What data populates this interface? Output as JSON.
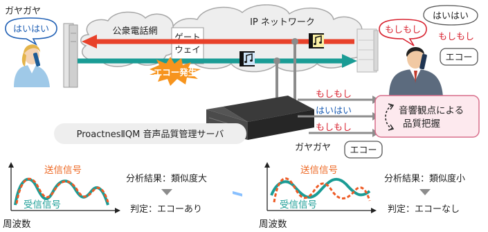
{
  "colors": {
    "teal": "#1a9c95",
    "red": "#e8412a",
    "orange_dashed": "#ee5a24",
    "burst": "#f7941d",
    "cloud_fill": "#eeeeee",
    "cloud_stroke": "#a8a8a8",
    "gray_line": "#8c8c8c",
    "pink_box_fill": "#fde9ee",
    "pink_box_stroke": "#d86d8a",
    "text_blue": "#1f5fb4",
    "text_red": "#d8222f",
    "label_orange": "#ee6a26",
    "label_teal": "#1a9c95"
  },
  "top": {
    "left_noise": "ガヤガヤ",
    "left_bubble": "はいはい",
    "pstn_label": "公衆電話網",
    "gateway_line1": "ゲート",
    "gateway_line2": "ウェイ",
    "ip_label": "IP ネットワーク",
    "echo_burst": "エコー発生",
    "right_bubble_main": "もしもし",
    "right_bubble_small": "はいはい",
    "right_moshi": "もしもし",
    "right_echo_box": "エコー",
    "server_label": "ProactnesⅡQM 音声品質管理サーバ",
    "out_moshi1": "もしもし",
    "out_haihai": "はいはい",
    "out_moshi2": "もしもし",
    "noise2": "ガヤガヤ",
    "echo_box2": "エコー",
    "analysis_line1": "音響観点による",
    "analysis_line2": "品質把握"
  },
  "bottom_left": {
    "sent_label": "送信信号",
    "recv_label": "受信信号",
    "axis_label": "周波数",
    "result": "分析結果：類似度大",
    "judgement": "判定：エコーあり"
  },
  "bottom_right": {
    "sent_label": "送信信号",
    "recv_label": "受信信号",
    "axis_label": "周波数",
    "result": "分析結果：類似度小",
    "judgement": "判定：エコーなし"
  },
  "icons": {
    "phone_left": "phone-handset-icon",
    "phone_right": "phone-handset-icon",
    "music": "music-note-icon"
  }
}
